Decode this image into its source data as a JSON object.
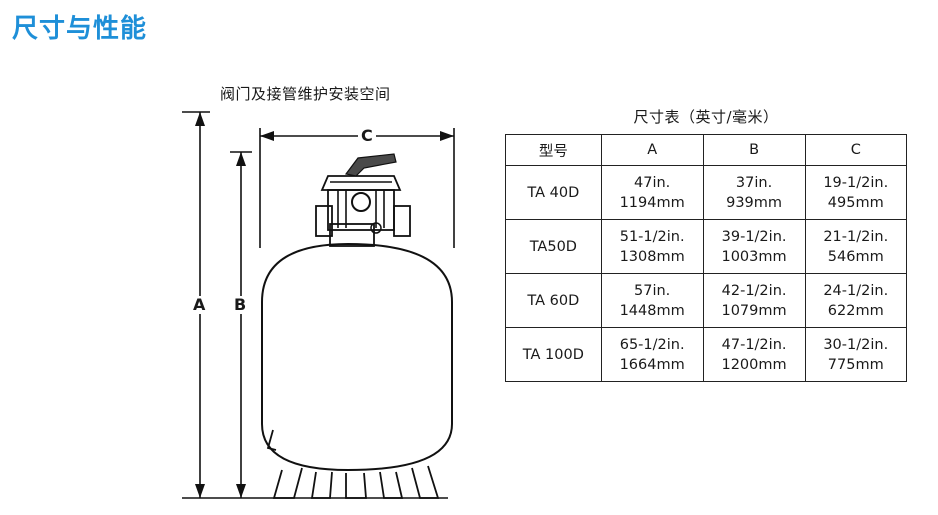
{
  "page": {
    "title": "尺寸与性能"
  },
  "diagram": {
    "caption": "阀门及接管维护安装空间",
    "labels": {
      "a": "A",
      "b": "B",
      "c": "C"
    }
  },
  "table": {
    "caption": "尺寸表（英寸/毫米）",
    "headers": [
      "型号",
      "A",
      "B",
      "C"
    ],
    "rows": [
      {
        "model": "TA 40D",
        "a": [
          "47in.",
          "1194mm"
        ],
        "b": [
          "37in.",
          "939mm"
        ],
        "c": [
          "19-1/2in.",
          "495mm"
        ]
      },
      {
        "model": "TA50D",
        "a": [
          "51-1/2in.",
          "1308mm"
        ],
        "b": [
          "39-1/2in.",
          "1003mm"
        ],
        "c": [
          "21-1/2in.",
          "546mm"
        ]
      },
      {
        "model": "TA 60D",
        "a": [
          "57in.",
          "1448mm"
        ],
        "b": [
          "42-1/2in.",
          "1079mm"
        ],
        "c": [
          "24-1/2in.",
          "622mm"
        ]
      },
      {
        "model": "TA 100D",
        "a": [
          "65-1/2in.",
          "1664mm"
        ],
        "b": [
          "47-1/2in.",
          "1200mm"
        ],
        "c": [
          "30-1/2in.",
          "775mm"
        ]
      }
    ]
  }
}
